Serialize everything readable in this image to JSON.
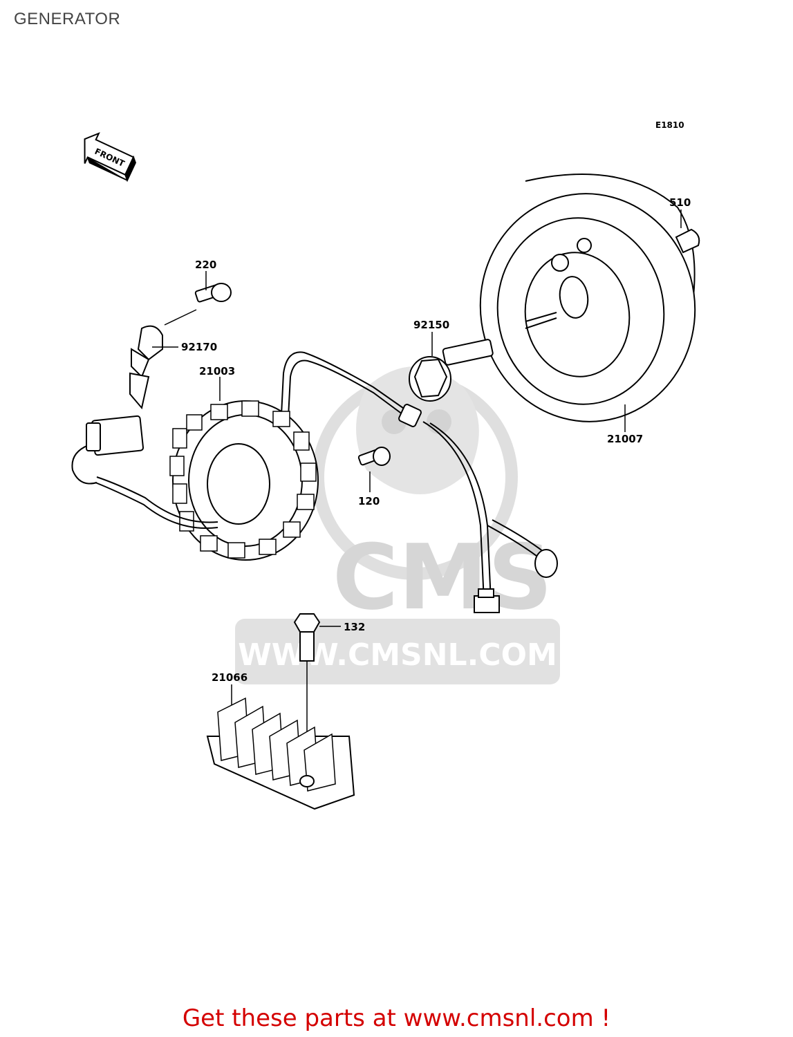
{
  "title": "GENERATOR",
  "diagram_code": "E1810",
  "front_label": "FRONT",
  "parts": {
    "p220": "220",
    "p92170": "92170",
    "p21003": "21003",
    "p92150": "92150",
    "p120": "120",
    "p510": "510",
    "p21007": "21007",
    "p132": "132",
    "p21066": "21066"
  },
  "watermark": {
    "logo": "CMS",
    "url": "WWW.CMSNL.COM"
  },
  "footer": "Get these parts at www.cmsnl.com !",
  "colors": {
    "footer": "#d40000",
    "watermark": "#cccccc"
  }
}
